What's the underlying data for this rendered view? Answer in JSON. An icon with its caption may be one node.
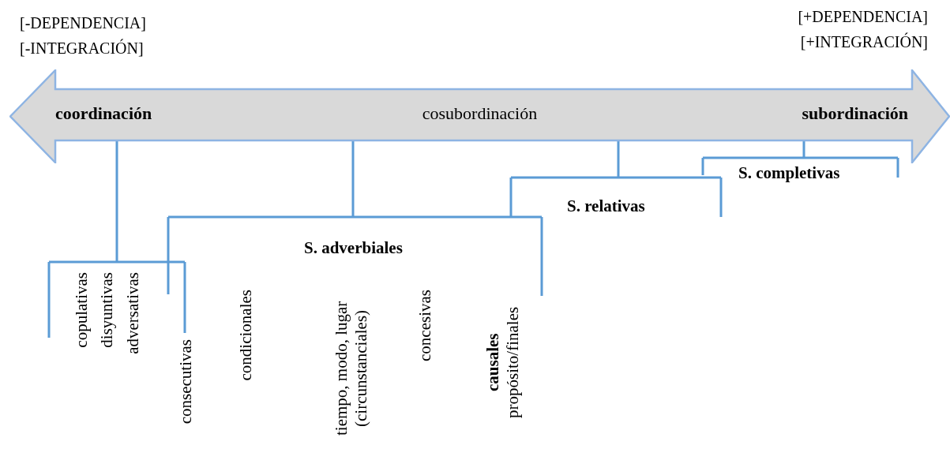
{
  "diagram": {
    "nodes": [
      {
        "text": [
          "coordinación",
          "cosubordinación",
          "subordinación"
        ]
      }
    ],
    "labels": [
      "[-DEPENDENCIA]",
      "[-INTEGRACIÓN]",
      "[+DEPENDENCIA]",
      "[+INTEGRACIÓN]",
      "S. completivas",
      "S. relativas",
      "S. adverbiales",
      "copulativas",
      "disyuntivas",
      "adversativas",
      "consecutivas",
      "condicionales",
      "tiempo, modo, lugar (circunstanciales)",
      "concesivas",
      "**causales** propósito/finales"
    ]
  }
}
